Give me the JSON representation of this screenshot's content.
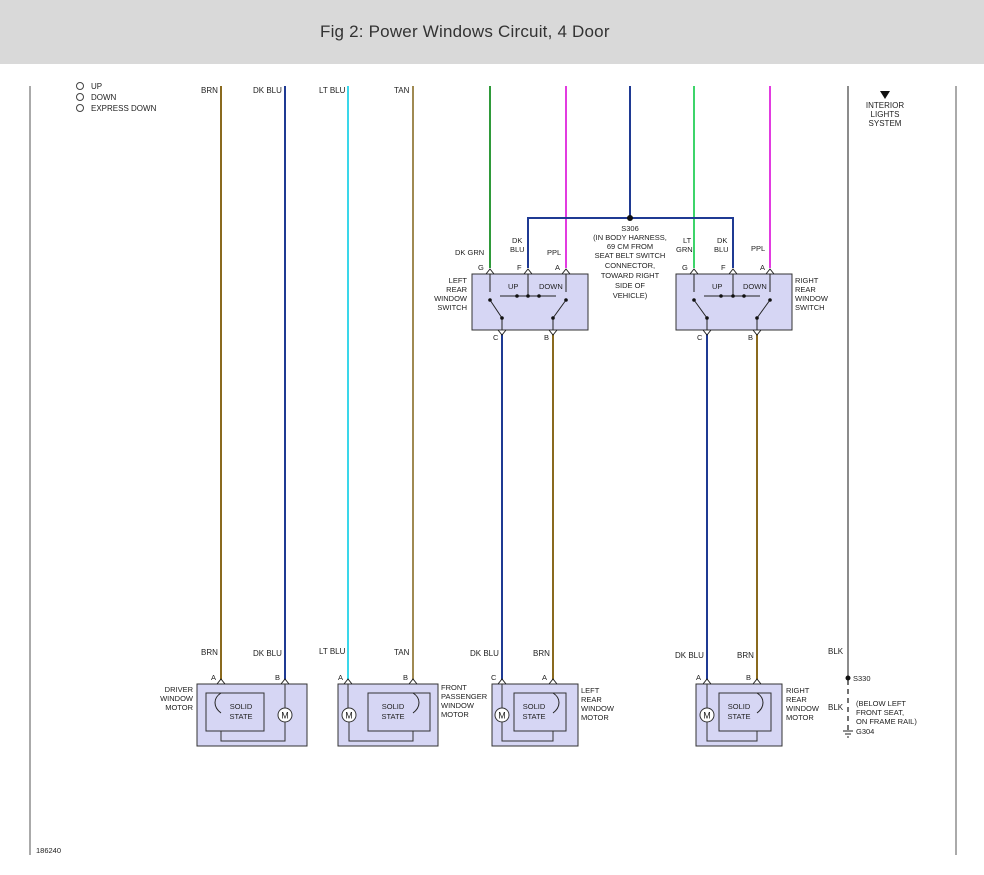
{
  "page": {
    "title": "Fig 2: Power Windows Circuit, 4 Door"
  },
  "legend": {
    "items": [
      "UP",
      "DOWN",
      "EXPRESS DOWN"
    ]
  },
  "top_labels": {
    "brn": "BRN",
    "dkblu": "DK BLU",
    "ltblu": "LT BLU",
    "tan": "TAN"
  },
  "interior_lights": [
    "INTERIOR",
    "LIGHTS",
    "SYSTEM"
  ],
  "splice_s306": [
    "S306",
    "(IN BODY HARNESS,",
    "69 CM FROM",
    "SEAT BELT SWITCH",
    "CONNECTOR,",
    "TOWARD RIGHT",
    "SIDE OF",
    "VEHICLE)"
  ],
  "left_rear_switch": {
    "label": [
      "LEFT",
      "REAR",
      "WINDOW",
      "SWITCH"
    ],
    "wire_g": "DK GRN",
    "wire_f": [
      "DK",
      "BLU"
    ],
    "wire_a": "PPL",
    "pin_g": "G",
    "pin_f": "F",
    "pin_a": "A",
    "pin_c": "C",
    "pin_b": "B",
    "up": "UP",
    "down": "DOWN"
  },
  "right_rear_switch": {
    "label": [
      "RIGHT",
      "REAR",
      "WINDOW",
      "SWITCH"
    ],
    "wire_g": [
      "LT",
      "GRN"
    ],
    "wire_f": [
      "DK",
      "BLU"
    ],
    "wire_a": "PPL",
    "pin_g": "G",
    "pin_f": "F",
    "pin_a": "A",
    "pin_c": "C",
    "pin_b": "B",
    "up": "UP",
    "down": "DOWN"
  },
  "bottom_labels": {
    "driver_a": "BRN",
    "driver_b": "DK BLU",
    "front_a": "LT BLU",
    "front_b": "TAN",
    "lr_c": "DK BLU",
    "lr_a": "BRN",
    "rr_c": "DK BLU",
    "rr_b": "BRN",
    "blk_top": "BLK",
    "blk_bottom": "BLK"
  },
  "motors": {
    "driver": {
      "label": [
        "DRIVER",
        "WINDOW",
        "MOTOR"
      ],
      "pin_left": "A",
      "pin_right": "B"
    },
    "front_passenger": {
      "label": [
        "FRONT",
        "PASSENGER",
        "WINDOW",
        "MOTOR"
      ],
      "pin_left": "A",
      "pin_right": "B"
    },
    "left_rear": {
      "label": [
        "LEFT",
        "REAR",
        "WINDOW",
        "MOTOR"
      ],
      "pin_left": "C",
      "pin_right": "A"
    },
    "right_rear": {
      "label": [
        "RIGHT",
        "REAR",
        "WINDOW",
        "MOTOR"
      ],
      "pin_left": "A",
      "pin_right": "B"
    },
    "solid_state": [
      "SOLID",
      "STATE"
    ],
    "motor_symbol": "M"
  },
  "ground": {
    "s330": "S330",
    "g304": "G304",
    "location": [
      "(BELOW LEFT",
      "FRONT SEAT,",
      "ON FRAME RAIL)"
    ]
  },
  "figure_number": "186240",
  "colors": {
    "brown": "#8a6a1e",
    "dark_blue": "#1f3a93",
    "light_blue": "#3ad7ea",
    "tan": "#a08a52",
    "dark_green": "#2f9a3a",
    "light_green": "#3ed46a",
    "purple": "#e23be0",
    "black": "#444444",
    "component_fill": "#d6d6f4"
  }
}
